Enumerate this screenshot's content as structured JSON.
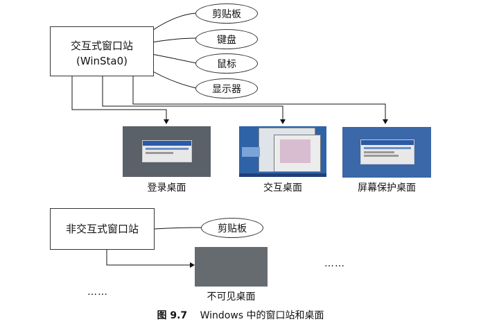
{
  "interactive_station": {
    "line1": "交互式窗口站",
    "line2": "(WinSta0)"
  },
  "resources": [
    "剪贴板",
    "键盘",
    "鼠标",
    "显示器"
  ],
  "desktops": [
    {
      "label": "登录桌面",
      "color": "#5b6168"
    },
    {
      "label": "交互桌面",
      "color": "#2f63a8"
    },
    {
      "label": "屏幕保护桌面",
      "color": "#3a68a8"
    }
  ],
  "noninteractive_station": {
    "label": "非交互式窗口站",
    "resource": "剪贴板"
  },
  "invisible_desktop": {
    "label": "不可见桌面",
    "color": "#666b70"
  },
  "ellipsis": "……",
  "caption": {
    "number": "图 9.7",
    "text": "Windows 中的窗口站和桌面"
  }
}
